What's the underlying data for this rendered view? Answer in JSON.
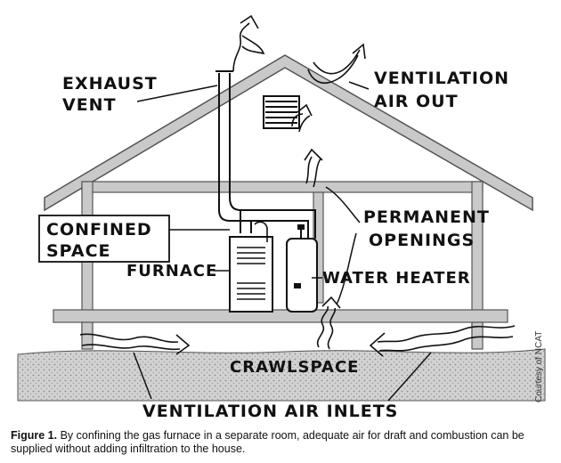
{
  "labels": {
    "exhaust_vent_1": "EXHAUST",
    "exhaust_vent_2": "VENT",
    "ventilation_out_1": "VENTILATION",
    "ventilation_out_2": "AIR OUT",
    "confined_space_1": "CONFINED",
    "confined_space_2": "SPACE",
    "permanent_openings_1": "PERMANENT",
    "permanent_openings_2": "OPENINGS",
    "furnace": "FURNACE",
    "water_heater": "WATER HEATER",
    "crawlspace": "CRAWLSPACE",
    "ventilation_inlets": "VENTILATION AIR INLETS"
  },
  "caption": {
    "figure_label": "Figure 1.",
    "text": "By confining the gas furnace in a separate room, adequate air for draft and combustion can be supplied without adding infiltration to the house."
  },
  "credit": "Courtesy of NCAT",
  "colors": {
    "ink": "#111111",
    "wall_fill": "#c9c9c9",
    "ground_fill": "#bdbdbd",
    "background": "#ffffff"
  }
}
